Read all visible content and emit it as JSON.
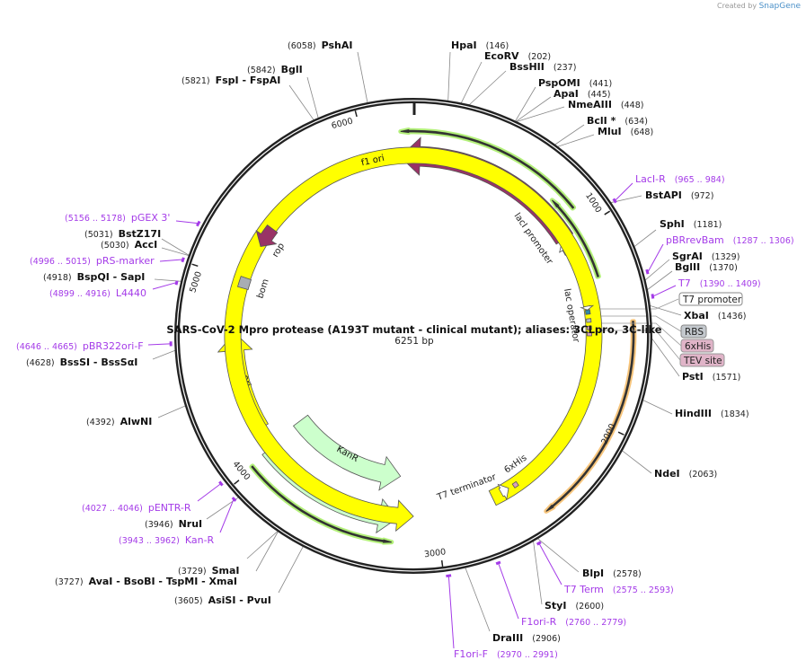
{
  "credit": {
    "prefix": "Created by",
    "brand": "SnapGene"
  },
  "plasmid": {
    "title": "SARS-CoV-2 Mpro protease (A193T mutant - clinical mutant); aliases: 3CLpro, 3C-like",
    "length_label": "6251 bp",
    "length_bp": 6251
  },
  "ticks": [
    "1000",
    "2000",
    "3000",
    "4000",
    "5000",
    "6000"
  ],
  "colors": {
    "ring": "#222222",
    "primer": "#a43be8",
    "lacI": "#993366",
    "KanR": "#ccffcc",
    "ori": "#ffff00",
    "misc_feature": "#b3f07a",
    "orf": "#f7c57c"
  },
  "features": [
    {
      "name": "lacI",
      "start": 995,
      "end": 6178,
      "direction": "reverse",
      "color": "#993366",
      "show_label": true
    },
    {
      "name": "lacI promoter",
      "start": 1078,
      "end": 1000,
      "direction": "reverse",
      "color": "#ffffff"
    },
    {
      "name": "KanR",
      "start": 4047,
      "end": 3216,
      "direction": "reverse",
      "color": "#ccffcc",
      "show_label": true
    },
    {
      "name": "KanR",
      "start": 4025,
      "end": 3213,
      "direction": "reverse",
      "color": "#ccffcc",
      "show_label": true
    },
    {
      "name": "ori",
      "start": 4146,
      "end": 4706,
      "direction": "forward",
      "color": "#ffff00",
      "show_label": true
    },
    {
      "name": "f1 ori",
      "start": 2674,
      "end": 3125,
      "direction": "reverse",
      "color": "#ffff00",
      "show_label": true
    },
    {
      "name": "T7 terminator",
      "start": 2618,
      "end": 2570,
      "direction": "reverse",
      "color": "#ffffff"
    },
    {
      "name": "6xHis",
      "start": 2515,
      "end": 2540,
      "direction": "none",
      "color": "#d8a0b8"
    },
    {
      "name": "rop",
      "start": 5335,
      "end": 5215,
      "direction": "reverse",
      "color": "#993366"
    },
    {
      "name": "bom",
      "start": 4960,
      "end": 5020,
      "direction": "none",
      "color": "#a8adb3"
    },
    {
      "name": "lac operator",
      "start": 1416,
      "end": 1440,
      "direction": "none",
      "color": "#2e8ba8"
    },
    {
      "name": "T7 promoter",
      "start": 1395,
      "end": 1416,
      "direction": "forward",
      "color": "#ffffff"
    },
    {
      "name": "RBS",
      "start": 1466,
      "end": 1486,
      "direction": "none",
      "color": "#b9bec4"
    },
    {
      "name": "6xHis",
      "start": 1508,
      "end": 1528,
      "direction": "none",
      "color": "#d8a0b8"
    },
    {
      "name": "TEV site",
      "start": 1543,
      "end": 1563,
      "direction": "none",
      "color": "#d8a0b8"
    }
  ],
  "arcs": [
    {
      "start": 891,
      "end": 6189,
      "direction": "reverse",
      "color": "#b3f07a"
    },
    {
      "start": 1254,
      "end": 792,
      "direction": "reverse",
      "color": "#b3f07a"
    },
    {
      "start": 1497,
      "end": 2481,
      "direction": "forward",
      "color": "#f7c57c"
    },
    {
      "start": 4011,
      "end": 3230,
      "direction": "reverse",
      "color": "#b3f07a"
    }
  ],
  "feature_labels": {
    "lacI_promoter": "lacI promoter",
    "lac_operator": "lac operator",
    "rop": "rop",
    "bom": "bom",
    "t7_terminator": "T7 terminator",
    "his_tag": "6xHis"
  },
  "boxed_labels": [
    {
      "text": "T7 promoter",
      "color": "#ffffff"
    },
    {
      "text": "RBS",
      "color": "#c3c8cd"
    },
    {
      "text": "6xHis",
      "color": "#e0b4c8"
    },
    {
      "text": "TEV site",
      "color": "#e0b4c8"
    }
  ],
  "sites": [
    {
      "label": "PshAI",
      "position": "(6058)",
      "bp": 6058
    },
    {
      "label": "BglI",
      "position": "(5842)",
      "bp": 5842
    },
    {
      "label": "FspI  - FspAI",
      "position": "(5821)",
      "bp": 5821
    },
    {
      "label": "HpaI",
      "position": "(146)",
      "bp": 146
    },
    {
      "label": "EcoRV",
      "position": "(202)",
      "bp": 202
    },
    {
      "label": "BssHII",
      "position": "(237)",
      "bp": 237
    },
    {
      "label": "PspOMI",
      "position": "(441)",
      "bp": 441
    },
    {
      "label": "ApaI",
      "position": "(445)",
      "bp": 445
    },
    {
      "label": "NmeAIII",
      "position": "(448)",
      "bp": 448
    },
    {
      "label": "BclI *",
      "position": "(634)",
      "bp": 634
    },
    {
      "label": "MluI",
      "position": "(648)",
      "bp": 648
    },
    {
      "label": "BstAPI",
      "position": "(972)",
      "bp": 972
    },
    {
      "label": "SphI",
      "position": "(1181)",
      "bp": 1181
    },
    {
      "label": "SgrAI",
      "position": "(1329)",
      "bp": 1329
    },
    {
      "label": "BglII",
      "position": "(1370)",
      "bp": 1370
    },
    {
      "label": "XbaI",
      "position": "(1436)",
      "bp": 1436
    },
    {
      "label": "PstI",
      "position": "(1571)",
      "bp": 1571
    },
    {
      "label": "HindIII",
      "position": "(1834)",
      "bp": 1834
    },
    {
      "label": "NdeI",
      "position": "(2063)",
      "bp": 2063
    },
    {
      "label": "BlpI",
      "position": "(2578)",
      "bp": 2578
    },
    {
      "label": "StyI",
      "position": "(2600)",
      "bp": 2600
    },
    {
      "label": "DraIII",
      "position": "(2906)",
      "bp": 2906
    },
    {
      "label": "AlwNI",
      "position": "(4392)",
      "bp": 4392
    },
    {
      "label": "BssSI  - BssSαI",
      "position": "(4628)",
      "bp": 4628
    },
    {
      "label": "BspQI  - SapI",
      "position": "(4918)",
      "bp": 4918
    },
    {
      "label": "AccI",
      "position": "(5030)",
      "bp": 5030
    },
    {
      "label": "BstZ17I",
      "position": "(5031)",
      "bp": 5031
    },
    {
      "label": "NruI",
      "position": "(3946)",
      "bp": 3946
    },
    {
      "label": "SmaI",
      "position": "(3729)",
      "bp": 3729
    },
    {
      "label": "AvaI  - BsoBI  - TspMI  - XmaI",
      "position": "(3727)",
      "bp": 3727
    },
    {
      "label": "AsiSI  - PvuI",
      "position": "(3605)",
      "bp": 3605
    }
  ],
  "primers": [
    {
      "label": "LacI-R",
      "range": "(965 .. 984)",
      "start": 965,
      "end": 984
    },
    {
      "label": "pBRrevBam",
      "range": "(1287 .. 1306)",
      "start": 1287,
      "end": 1306
    },
    {
      "label": "T7",
      "range": "(1390 .. 1409)",
      "start": 1390,
      "end": 1409
    },
    {
      "label": "T7 Term",
      "range": "(2575 .. 2593)",
      "start": 2575,
      "end": 2593
    },
    {
      "label": "F1ori-R",
      "range": "(2760 .. 2779)",
      "start": 2760,
      "end": 2779
    },
    {
      "label": "F1ori-F",
      "range": "(2970 .. 2991)",
      "start": 2970,
      "end": 2991
    },
    {
      "label": "pGEX 3'",
      "range": "(5156 .. 5178)",
      "start": 5156,
      "end": 5178
    },
    {
      "label": "pRS-marker",
      "range": "(4996 .. 5015)",
      "start": 4996,
      "end": 5015
    },
    {
      "label": "L4440",
      "range": "(4899 .. 4916)",
      "start": 4899,
      "end": 4916
    },
    {
      "label": "pBR322ori-F",
      "range": "(4646 .. 4665)",
      "start": 4646,
      "end": 4665
    },
    {
      "label": "pENTR-R",
      "range": "(4027 .. 4046)",
      "start": 4027,
      "end": 4046
    },
    {
      "label": "Kan-R",
      "range": "(3943 .. 3962)",
      "start": 3943,
      "end": 3962
    }
  ]
}
